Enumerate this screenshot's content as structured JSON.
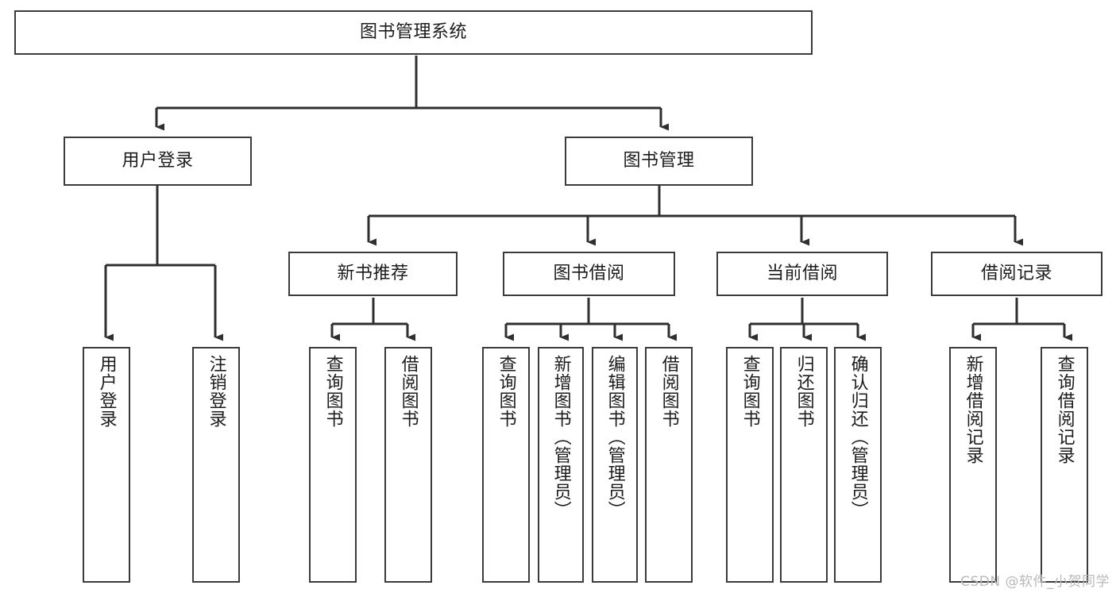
{
  "diagram": {
    "title": "图书管理系统",
    "type": "tree-hierarchy",
    "colors": {
      "box_border": "#3b3b3b",
      "box_fill": "#ffffff",
      "edge": "#2f2f2f",
      "text": "#1c1c1c",
      "watermark": "#b9b9b9"
    },
    "root": {
      "label": "图书管理系统"
    },
    "level2": [
      {
        "label": "用户登录"
      },
      {
        "label": "图书管理"
      }
    ],
    "level3": [
      {
        "label": "新书推荐"
      },
      {
        "label": "图书借阅"
      },
      {
        "label": "当前借阅"
      },
      {
        "label": "借阅记录"
      }
    ],
    "leaves": {
      "user_login": [
        {
          "label": "用户登录"
        },
        {
          "label": "注销登录"
        }
      ],
      "new_book_recommend": [
        {
          "label": "查询图书"
        },
        {
          "label": "借阅图书"
        }
      ],
      "book_borrow": [
        {
          "label": "查询图书"
        },
        {
          "label": "新增图书（管理员）"
        },
        {
          "label": "编辑图书（管理员）"
        },
        {
          "label": "借阅图书"
        }
      ],
      "current_borrow": [
        {
          "label": "查询图书"
        },
        {
          "label": "归还图书"
        },
        {
          "label": "确认归还（管理员）"
        }
      ],
      "borrow_record": [
        {
          "label": "新增借阅记录"
        },
        {
          "label": "查询借阅记录"
        }
      ]
    },
    "watermark": "CSDN @软件_小贺同学"
  }
}
